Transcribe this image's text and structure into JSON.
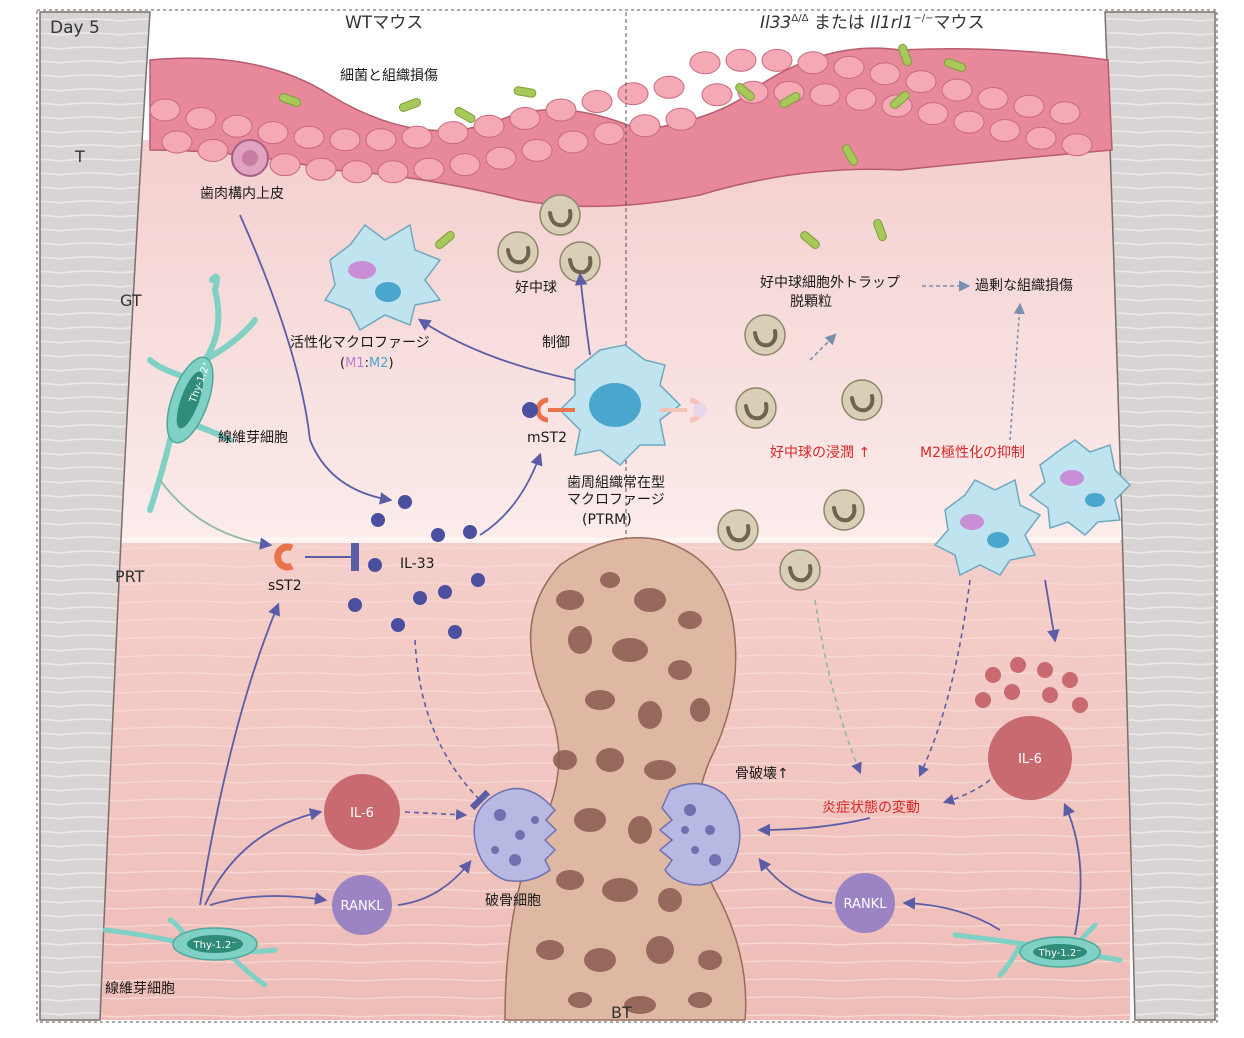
{
  "header": {
    "day": "Day 5",
    "left_title": "WTマウス",
    "right_title_parts": [
      "Il33",
      "Δ/Δ",
      " または ",
      "Il1rl1",
      "−/−",
      "マウス"
    ]
  },
  "zones": {
    "t": "T",
    "gt": "GT",
    "prt": "PRT",
    "bt": "BT"
  },
  "left_panel": {
    "bacteria_damage": "細菌と組織損傷",
    "junctional_epithelium": "歯肉構内上皮",
    "activated_macrophage": "活性化マクロファージ",
    "m1m2_open": "(",
    "m1": "M1",
    "m1m2_sep": ":",
    "m2": "M2",
    "m1m2_close": ")",
    "neutrophil": "好中球",
    "control": "制御",
    "fibroblast_gt": "線維芽細胞",
    "thy_gt": "Thy-1.2⁺",
    "mst2": "mST2",
    "ptrm_line1": "歯周組織常在型",
    "ptrm_line2": "マクロファージ",
    "ptrm_line3": "(PTRM)",
    "sst2": "sST2",
    "il33": "IL-33",
    "il6": "IL-6",
    "rankl": "RANKL",
    "osteoclast": "破骨細胞",
    "fibroblast_prt": "線維芽細胞",
    "thy_prt": "Thy-1.2⁻"
  },
  "right_panel": {
    "net_line1": "好中球細胞外トラップ",
    "net_line2": "脱顆粒",
    "excess_damage": "過剰な組織損傷",
    "neutrophil_infiltration": "好中球の浸潤 ↑",
    "m2_suppression": "M2極性化の抑制",
    "bone_destruction": "骨破壊↑",
    "inflammation_change": "炎症状態の変動",
    "il6": "IL-6",
    "rankl": "RANKL",
    "thy_prt": "Thy-1.2⁻"
  },
  "colors": {
    "tooth": "#d7d3d2",
    "gingiva_top": "#f6d4d4",
    "gingiva_bottom": "#f9e3e1",
    "prt": "#f1c6c2",
    "epithelium": "#e7889b",
    "epithelium_cell": "#f4a9b5",
    "bacteria": "#a7c95a",
    "neutrophil": "#d9cfb6",
    "macrophage": "#bfe4ef",
    "macrophage_nucleus": "#4aa6cc",
    "fibroblast": "#7fd0c5",
    "thy_capsule": "#2f8c78",
    "il33": "#4b4fa0",
    "il6": "#c86a6f",
    "rankl": "#9c83c4",
    "osteoclast": "#b7b9e3",
    "bone": "#dfb8a4",
    "bone_pore": "#8a5a50",
    "arrow": "#5b5ea6",
    "arrow_green": "#8fb9a4",
    "red_text": "#d62828",
    "sst2": "#e9734d"
  }
}
